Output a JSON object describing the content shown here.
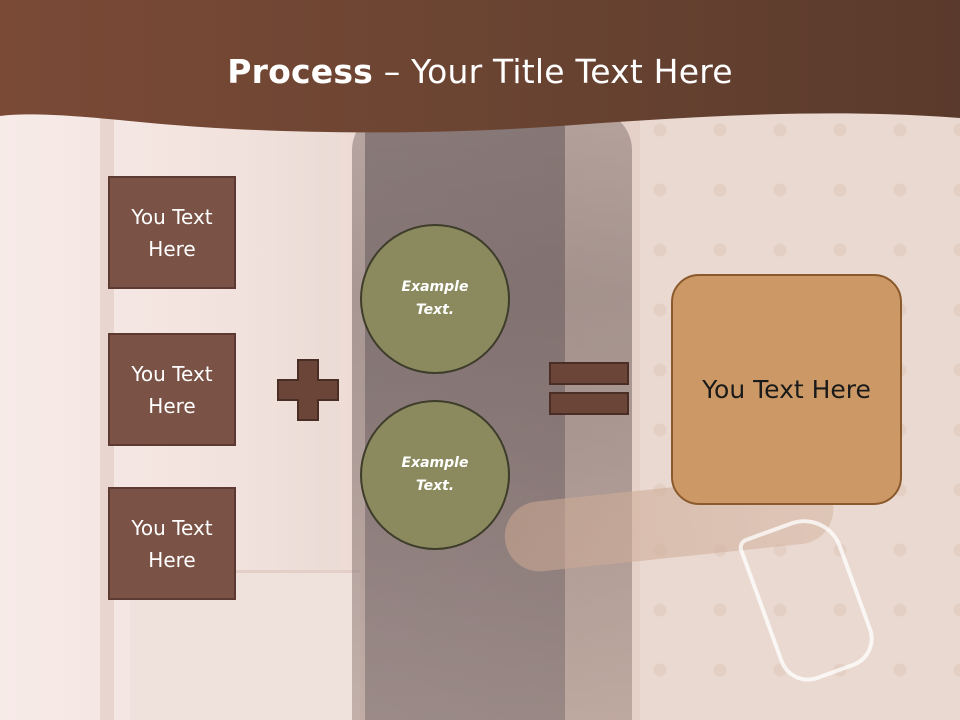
{
  "title": {
    "bold": "Process",
    "rest": " – Your Title Text Here"
  },
  "left_boxes": [
    "You Text\nHere",
    "You Text\nHere",
    "You Text\nHere"
  ],
  "circles": [
    "Example\nText.",
    "Example\nText."
  ],
  "result_text": "You Text Here",
  "colors": {
    "header": "#5e3b2c",
    "left_box_fill": "#7a5246",
    "circle_fill": "#8a8a5e",
    "operator": "#6a4538",
    "result_fill": "#cc9966"
  }
}
